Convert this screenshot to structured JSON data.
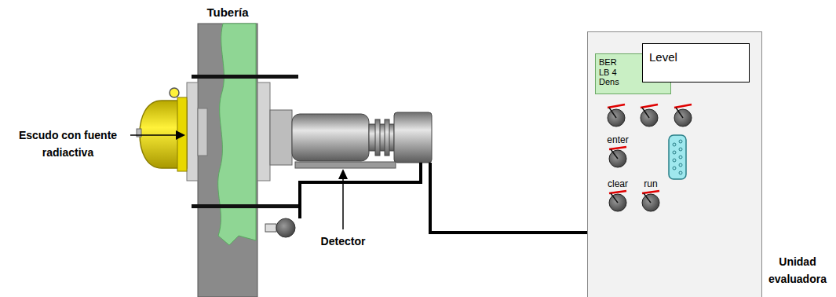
{
  "diagram": {
    "nodes": [
      {
        "text": [
          "Unidad evaluadora"
        ]
      },
      {
        "text": [
          "BER LB 4 Dens"
        ],
        "in": 0
      },
      {
        "text": [
          "Level"
        ],
        "in": 0
      }
    ],
    "labels": [
      "Tubería",
      "Escudo con fuente radiactiva",
      "Detector",
      "enter",
      "clear",
      "run"
    ]
  }
}
